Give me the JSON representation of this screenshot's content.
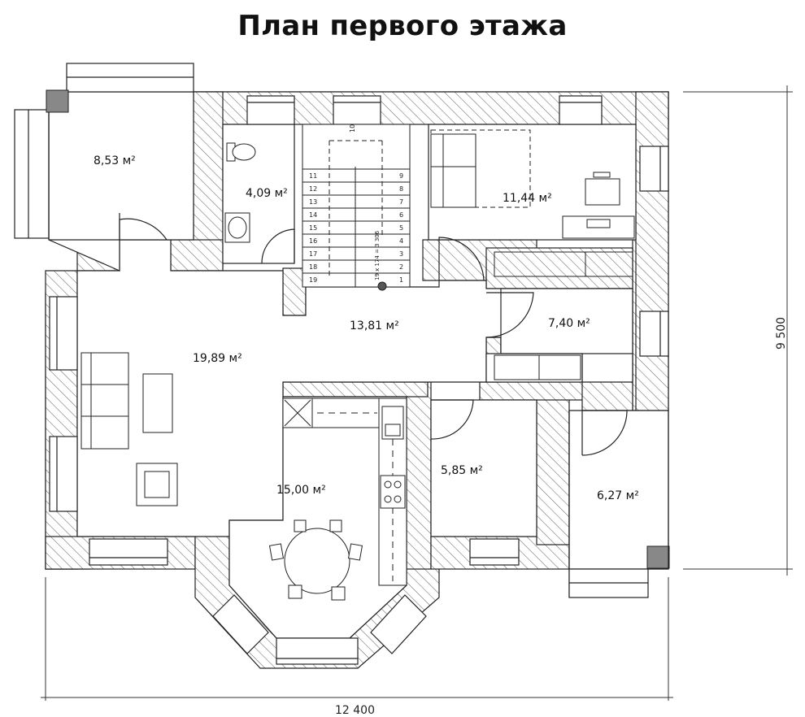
{
  "title": "План первого этажа",
  "rooms": [
    {
      "id": "terrace",
      "area": "8,53 м²"
    },
    {
      "id": "bathroom",
      "area": "4,09 м²"
    },
    {
      "id": "bedroom",
      "area": "11,44 м²"
    },
    {
      "id": "hall",
      "area": "13,81 м²"
    },
    {
      "id": "corridor",
      "area": "7,40 м²"
    },
    {
      "id": "living",
      "area": "19,89 м²"
    },
    {
      "id": "kitchen",
      "area": "15,00 м²"
    },
    {
      "id": "storage",
      "area": "5,85 м²"
    },
    {
      "id": "porch",
      "area": "6,27 м²"
    }
  ],
  "dimensions": {
    "width": "12 400",
    "height": "9 500"
  },
  "stairs": {
    "note": "19 x 174 = 3 306",
    "top_step": "10",
    "right_steps": [
      "9",
      "8",
      "7",
      "6",
      "5",
      "4",
      "3",
      "2",
      "1"
    ],
    "left_steps": [
      "11",
      "12",
      "13",
      "14",
      "15",
      "16",
      "17",
      "18",
      "19"
    ]
  },
  "colors": {
    "wall_hatch": "#555555",
    "line": "#222222",
    "background": "#ffffff"
  }
}
